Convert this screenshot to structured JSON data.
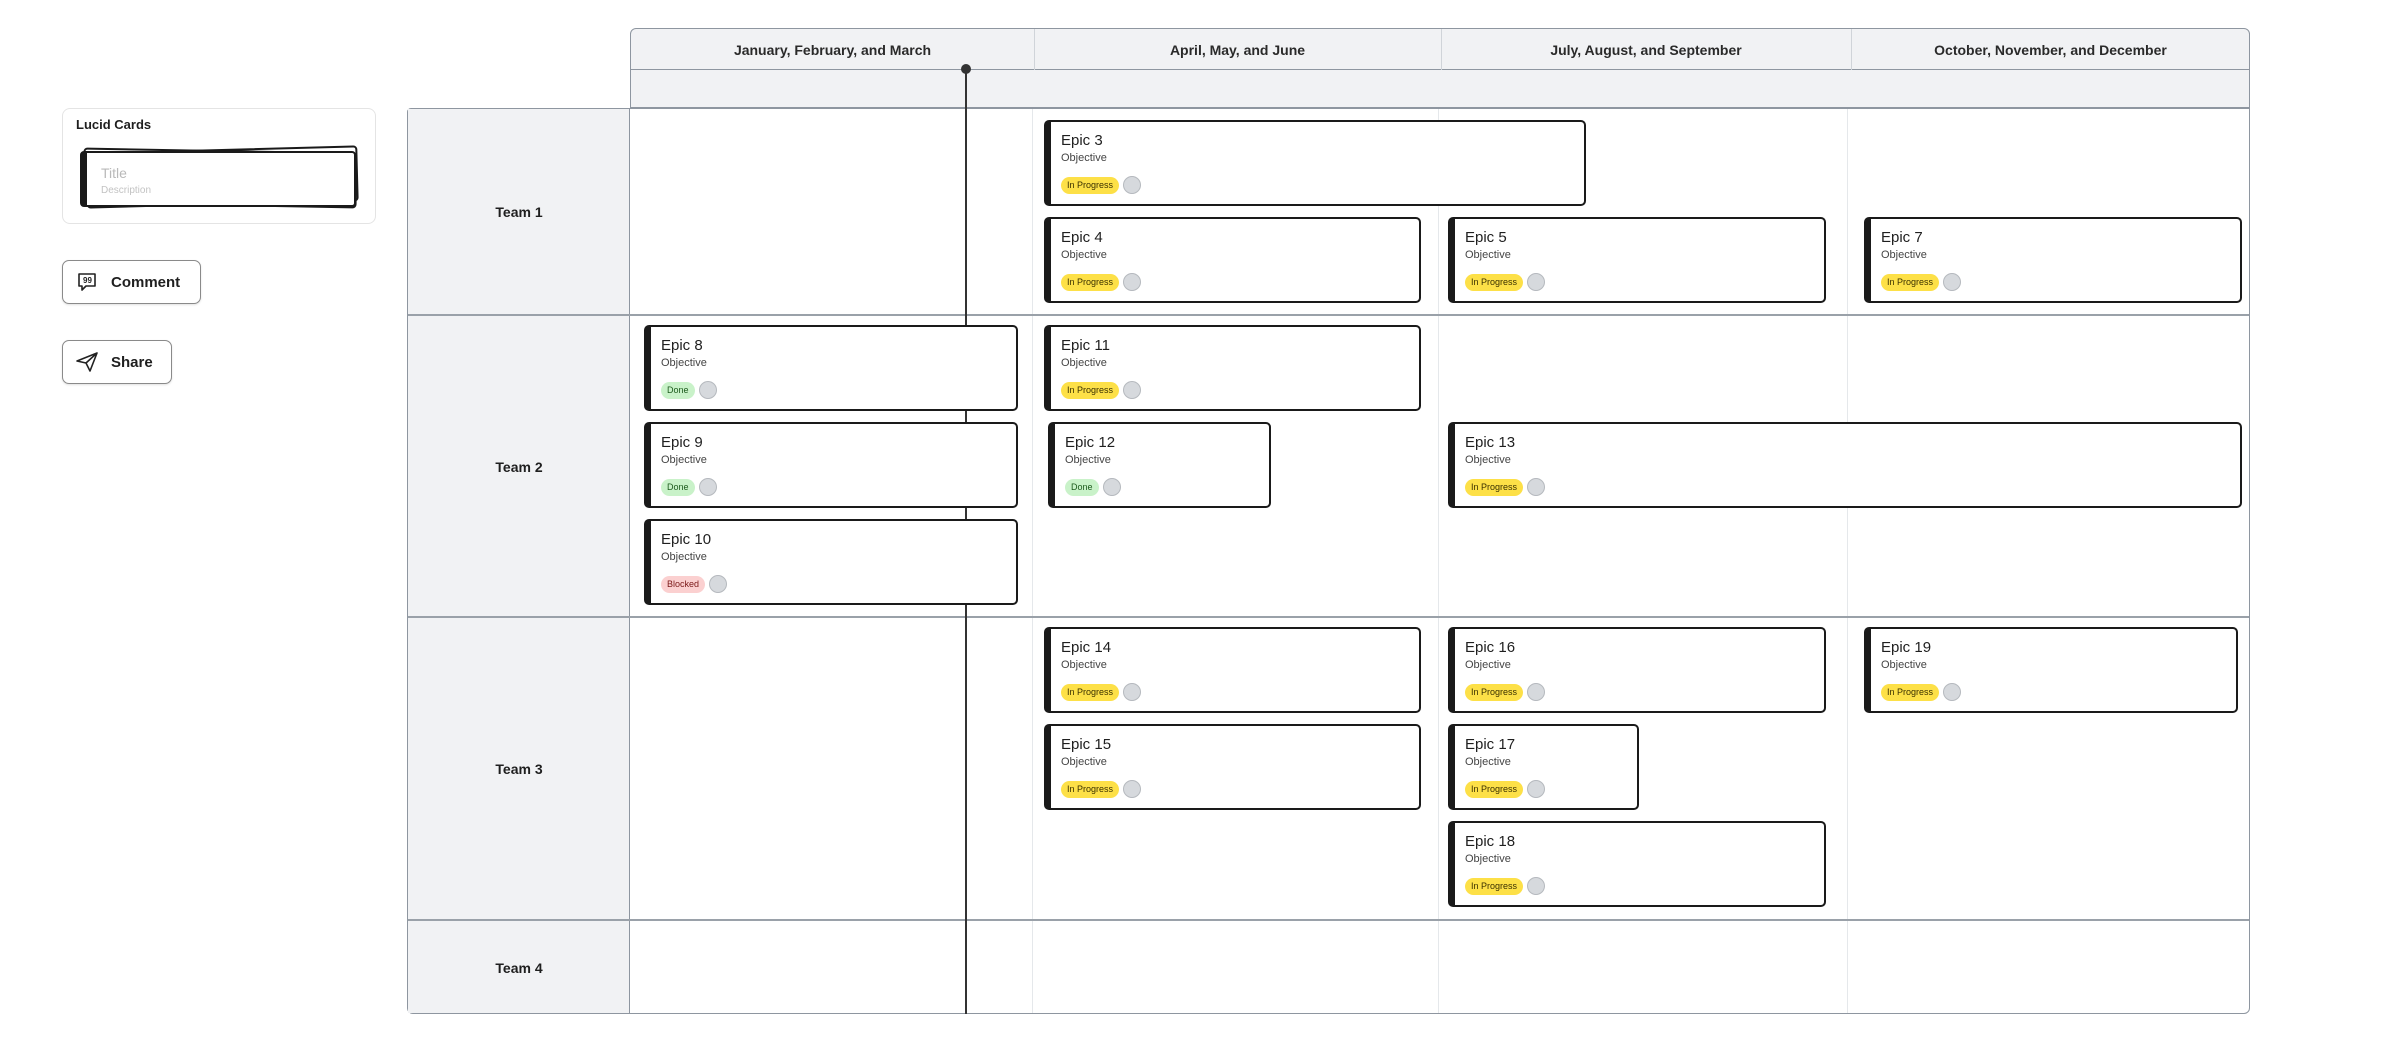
{
  "lucid_cards": {
    "title": "Lucid Cards",
    "preview_title": "Title",
    "preview_description": "Description"
  },
  "actions": {
    "comment_label": "Comment",
    "share_label": "Share"
  },
  "board": {
    "quarters": [
      "January, February, and March",
      "April, May, and June",
      "July, August, and September",
      "October, November, and December"
    ],
    "teams": [
      "Team 1",
      "Team 2",
      "Team 3",
      "Team 4"
    ]
  },
  "statuses": {
    "in_progress": "In Progress",
    "done": "Done",
    "blocked": "Blocked"
  },
  "colors": {
    "in_progress": "#fde047",
    "done": "#c9f2c9",
    "blocked": "#fbd0d0",
    "header_bg": "#f1f2f4"
  },
  "epics": [
    {
      "title": "Epic 3",
      "objective": "Objective",
      "status": "In Progress"
    },
    {
      "title": "Epic 4",
      "objective": "Objective",
      "status": "In Progress"
    },
    {
      "title": "Epic 5",
      "objective": "Objective",
      "status": "In Progress"
    },
    {
      "title": "Epic 7",
      "objective": "Objective",
      "status": "In Progress"
    },
    {
      "title": "Epic 8",
      "objective": "Objective",
      "status": "Done"
    },
    {
      "title": "Epic 11",
      "objective": "Objective",
      "status": "In Progress"
    },
    {
      "title": "Epic 9",
      "objective": "Objective",
      "status": "Done"
    },
    {
      "title": "Epic 12",
      "objective": "Objective",
      "status": "Done"
    },
    {
      "title": "Epic 13",
      "objective": "Objective",
      "status": "In Progress"
    },
    {
      "title": "Epic 10",
      "objective": "Objective",
      "status": "Blocked"
    },
    {
      "title": "Epic 14",
      "objective": "Objective",
      "status": "In Progress"
    },
    {
      "title": "Epic 16",
      "objective": "Objective",
      "status": "In Progress"
    },
    {
      "title": "Epic 19",
      "objective": "Objective",
      "status": "In Progress"
    },
    {
      "title": "Epic 15",
      "objective": "Objective",
      "status": "In Progress"
    },
    {
      "title": "Epic 17",
      "objective": "Objective",
      "status": "In Progress"
    },
    {
      "title": "Epic 18",
      "objective": "Objective",
      "status": "In Progress"
    }
  ]
}
